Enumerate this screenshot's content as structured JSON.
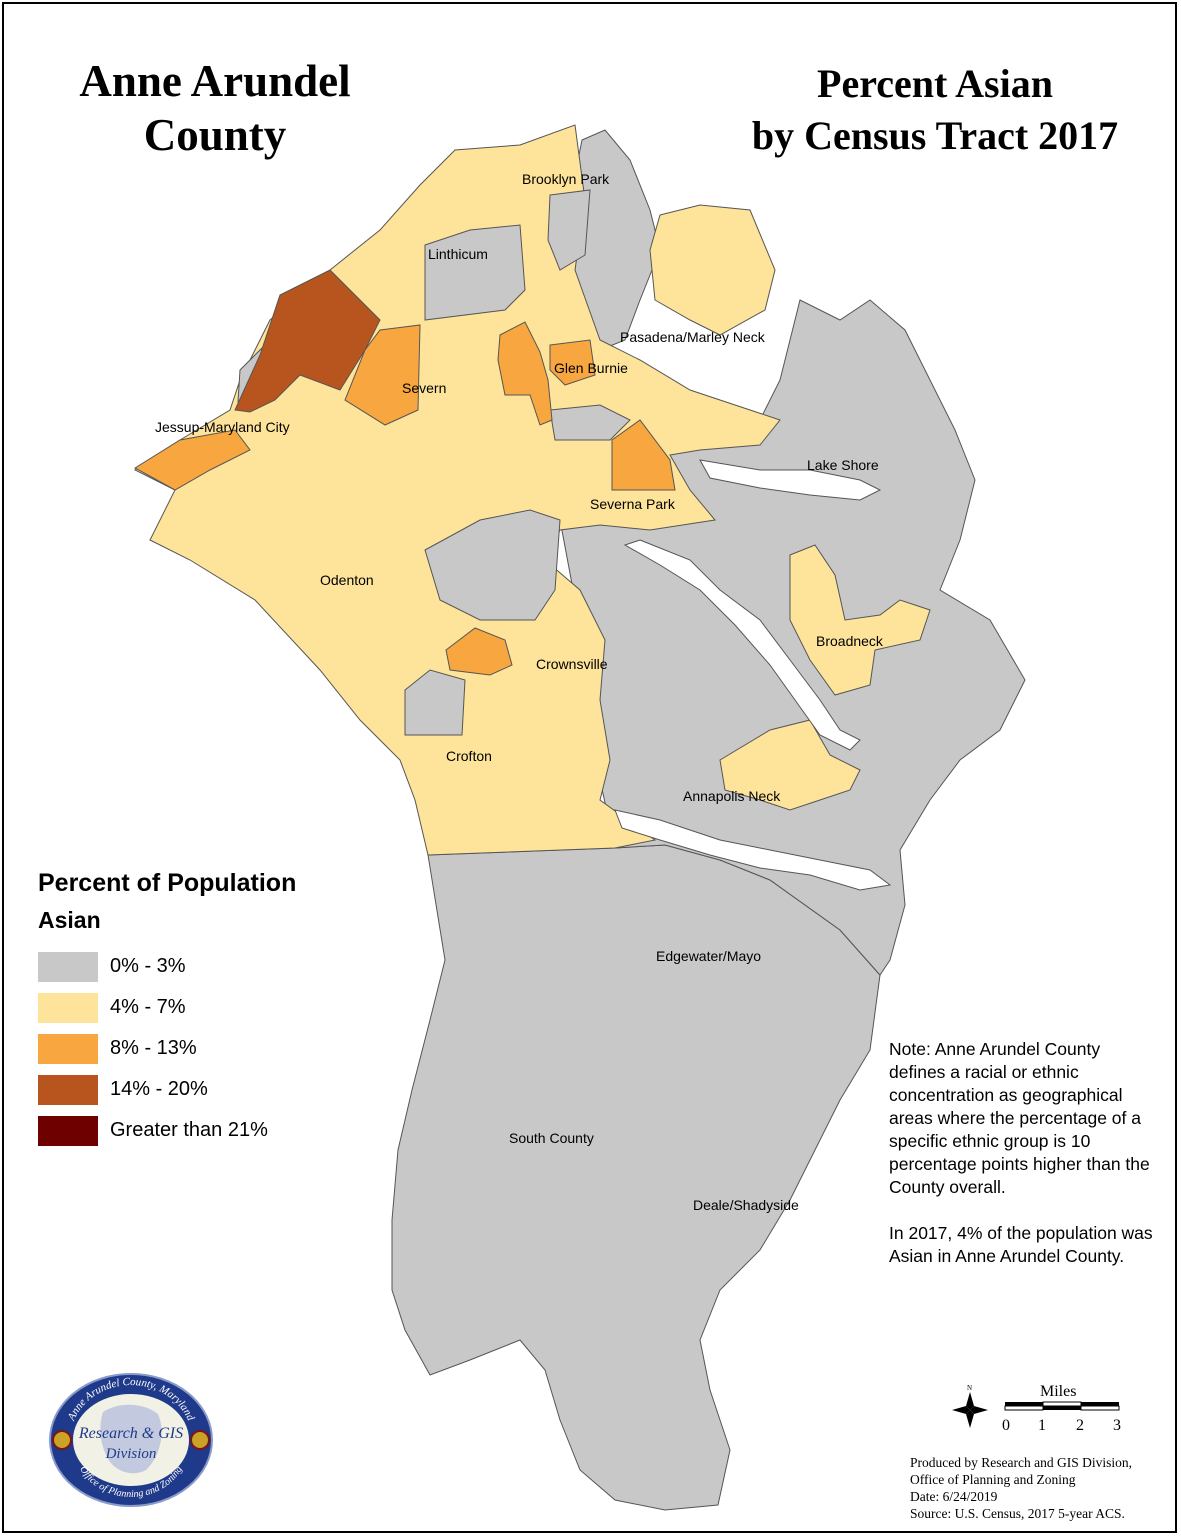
{
  "title_left": [
    "Anne Arundel",
    "County"
  ],
  "title_right": [
    "Percent Asian",
    "by Census Tract 2017"
  ],
  "legend": {
    "title": "Percent of Population",
    "subtitle": "Asian",
    "items": [
      {
        "label": "0% - 3%",
        "color": "#c8c8c8"
      },
      {
        "label": "4% - 7%",
        "color": "#fee39a"
      },
      {
        "label": "8% - 13%",
        "color": "#f7a640"
      },
      {
        "label": "14% - 20%",
        "color": "#b8551e"
      },
      {
        "label": "Greater than 21%",
        "color": "#6e0000"
      }
    ]
  },
  "places": [
    {
      "name": "Brooklyn Park"
    },
    {
      "name": "Linthicum"
    },
    {
      "name": "Pasadena/Marley Neck"
    },
    {
      "name": "Glen Burnie"
    },
    {
      "name": "Severn"
    },
    {
      "name": "Jessup-Maryland City"
    },
    {
      "name": "Lake Shore"
    },
    {
      "name": "Severna Park"
    },
    {
      "name": "Odenton"
    },
    {
      "name": "Broadneck"
    },
    {
      "name": "Crownsville"
    },
    {
      "name": "Crofton"
    },
    {
      "name": "Annapolis Neck"
    },
    {
      "name": "Edgewater/Mayo"
    },
    {
      "name": "South County"
    },
    {
      "name": "Deale/Shadyside"
    }
  ],
  "note": {
    "paragraph1": "Note: Anne Arundel County defines a racial or ethnic concentration as geographical areas where the percentage of a specific ethnic group is 10 percentage points higher than the County overall.",
    "paragraph2": "In 2017, 4% of the population was Asian in Anne Arundel County."
  },
  "scale": {
    "unit": "Miles",
    "ticks": [
      "0",
      "1",
      "2",
      "3"
    ]
  },
  "credits": [
    "Produced by Research and GIS Division,",
    "Office of Planning and Zoning",
    "Date: 6/24/2019",
    "Source: U.S. Census, 2017 5-year ACS."
  ],
  "logo": {
    "top_text": "Anne Arundel County, Maryland",
    "center_line1": "Research & GIS",
    "center_line2": "Division",
    "bottom_text": "Office of Planning and Zoning"
  }
}
